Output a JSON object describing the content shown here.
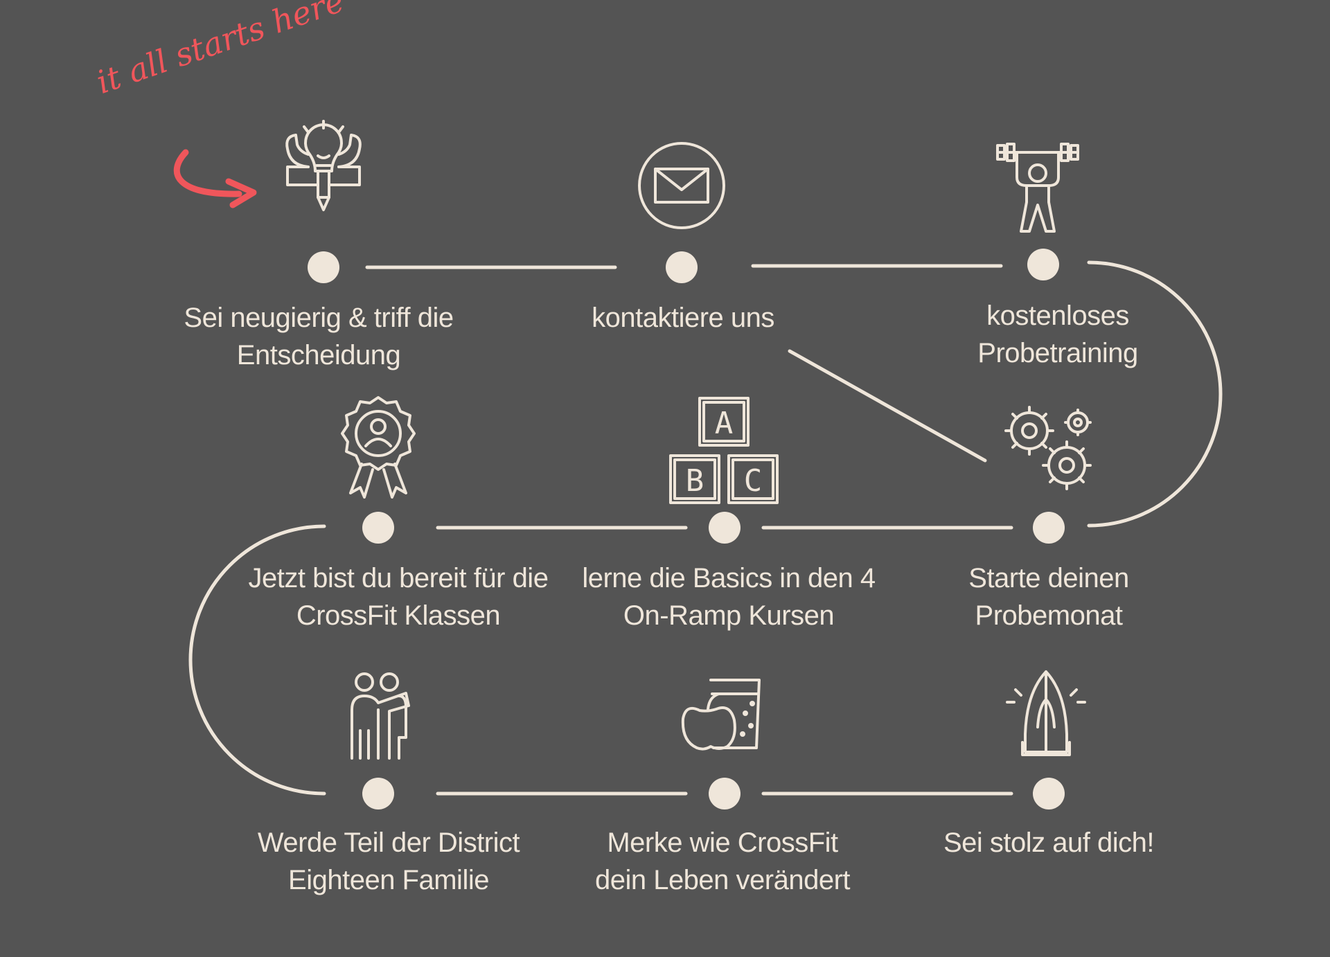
{
  "colors": {
    "background": "#545454",
    "line": "#efe6da",
    "accent": "#f0565b"
  },
  "tagline": "it all starts here",
  "steps": [
    {
      "line1": "Sei neugierig & triff die",
      "line2": "Entscheidung",
      "icon": "lightbulb-arms-icon"
    },
    {
      "line1": "kontaktiere uns",
      "line2": "",
      "icon": "envelope-icon"
    },
    {
      "line1": "kostenloses",
      "line2": "Probetraining",
      "icon": "weightlifter-icon"
    },
    {
      "line1": "Starte deinen",
      "line2": "Probemonat",
      "icon": "gears-icon"
    },
    {
      "line1": "lerne die Basics in den 4",
      "line2": "On-Ramp Kursen",
      "icon": "abc-blocks-icon"
    },
    {
      "line1": "Jetzt bist du bereit für die",
      "line2": "CrossFit Klassen",
      "icon": "award-badge-icon"
    },
    {
      "line1": "Werde Teil der District",
      "line2": "Eighteen Familie",
      "icon": "friends-icon"
    },
    {
      "line1": "Merke wie CrossFit",
      "line2": "dein Leben verändert",
      "icon": "apple-juice-icon"
    },
    {
      "line1": "Sei stolz auf dich!",
      "line2": "",
      "icon": "praying-hands-icon"
    }
  ],
  "blocks": [
    "A",
    "B",
    "C"
  ]
}
